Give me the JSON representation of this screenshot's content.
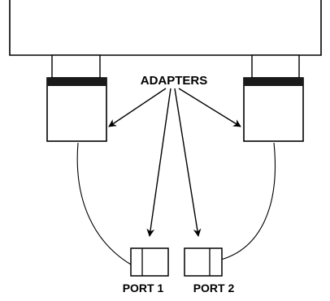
{
  "labels": {
    "adapters": "ADAPTERS",
    "port1": "PORT 1",
    "port2": "PORT 2"
  },
  "colors": {
    "line": "#000000",
    "background": "#ffffff",
    "band": "#1a1a1a"
  }
}
